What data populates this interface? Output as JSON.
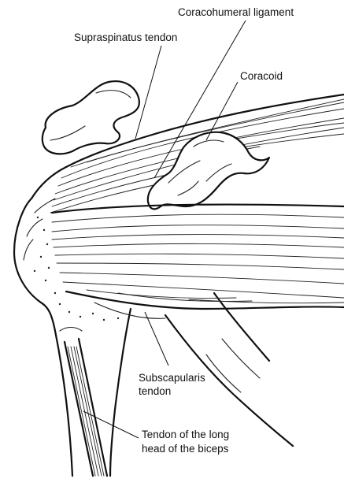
{
  "labels": {
    "coracohumeral_ligament": "Coracohumeral ligament",
    "supraspinatus_tendon": "Supraspinatus tendon",
    "coracoid": "Coracoid",
    "subscapularis_line1": "Subscapularis",
    "subscapularis_line2": "tendon",
    "biceps_line1": "Tendon of the long",
    "biceps_line2": "head of the biceps"
  }
}
